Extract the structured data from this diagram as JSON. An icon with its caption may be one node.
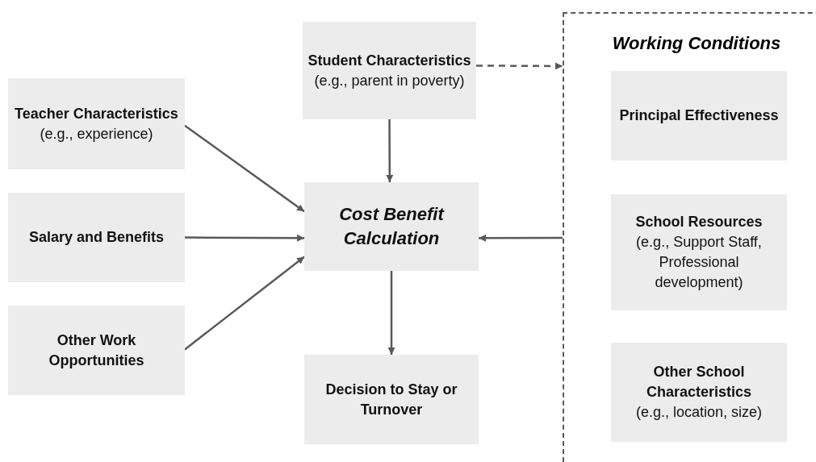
{
  "diagram": {
    "nodes": [
      {
        "text": [
          "Teacher Characteristics",
          "(e.g., experience)"
        ]
      },
      {
        "text": [
          "Salary and Benefits"
        ]
      },
      {
        "text": [
          "Other Work Opportunities"
        ]
      },
      {
        "text": [
          "Student Characteristics",
          "(e.g., parent in poverty)"
        ]
      },
      {
        "text": [
          "Cost Benefit Calculation"
        ]
      },
      {
        "text": [
          "Decision to Stay or Turnover"
        ]
      },
      {
        "text": [
          "Working Conditions"
        ]
      },
      {
        "text": [
          "Principal Effectiveness"
        ],
        "in": 6
      },
      {
        "text": [
          "School Resources",
          "(e.g., Support Staff, Professional development)"
        ],
        "in": 6
      },
      {
        "text": [
          "Other School Characteristics",
          "(e.g., location, size)"
        ],
        "in": 6
      }
    ],
    "edges": [
      {
        "from": 0,
        "to": 4,
        "arrow": "to"
      },
      {
        "from": 1,
        "to": 4,
        "arrow": "to"
      },
      {
        "from": 2,
        "to": 4,
        "arrow": "to"
      },
      {
        "from": 3,
        "to": 4,
        "arrow": "to"
      },
      {
        "from": 4,
        "to": 5,
        "arrow": "to"
      },
      {
        "from": 3,
        "to": 6,
        "arrow": "to",
        "style": "dashed"
      },
      {
        "from": 6,
        "to": 4,
        "arrow": "to"
      }
    ]
  }
}
